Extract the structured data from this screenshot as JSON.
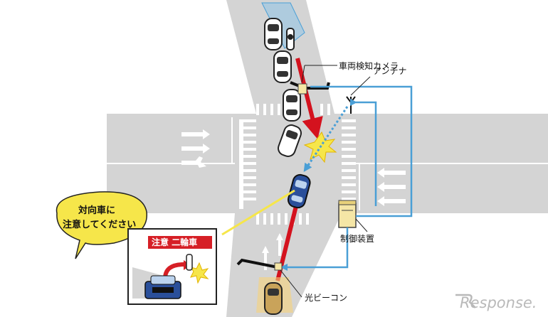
{
  "labels": {
    "camera": "車両検知カメラ",
    "antenna": "アンテナ",
    "controller": "制御装置",
    "beacon": "光ビーコン"
  },
  "bubble": {
    "line1": "対向車に",
    "line2": "注意してください"
  },
  "warning_sign": {
    "text": "注意 二輪車"
  },
  "watermark": {
    "text": "Response."
  },
  "colors": {
    "road": "#d4d4d4",
    "wire": "#4a9fd6",
    "red_path": "#d4121e",
    "yellow": "#f6e64a",
    "sign_red": "#d61f26"
  }
}
